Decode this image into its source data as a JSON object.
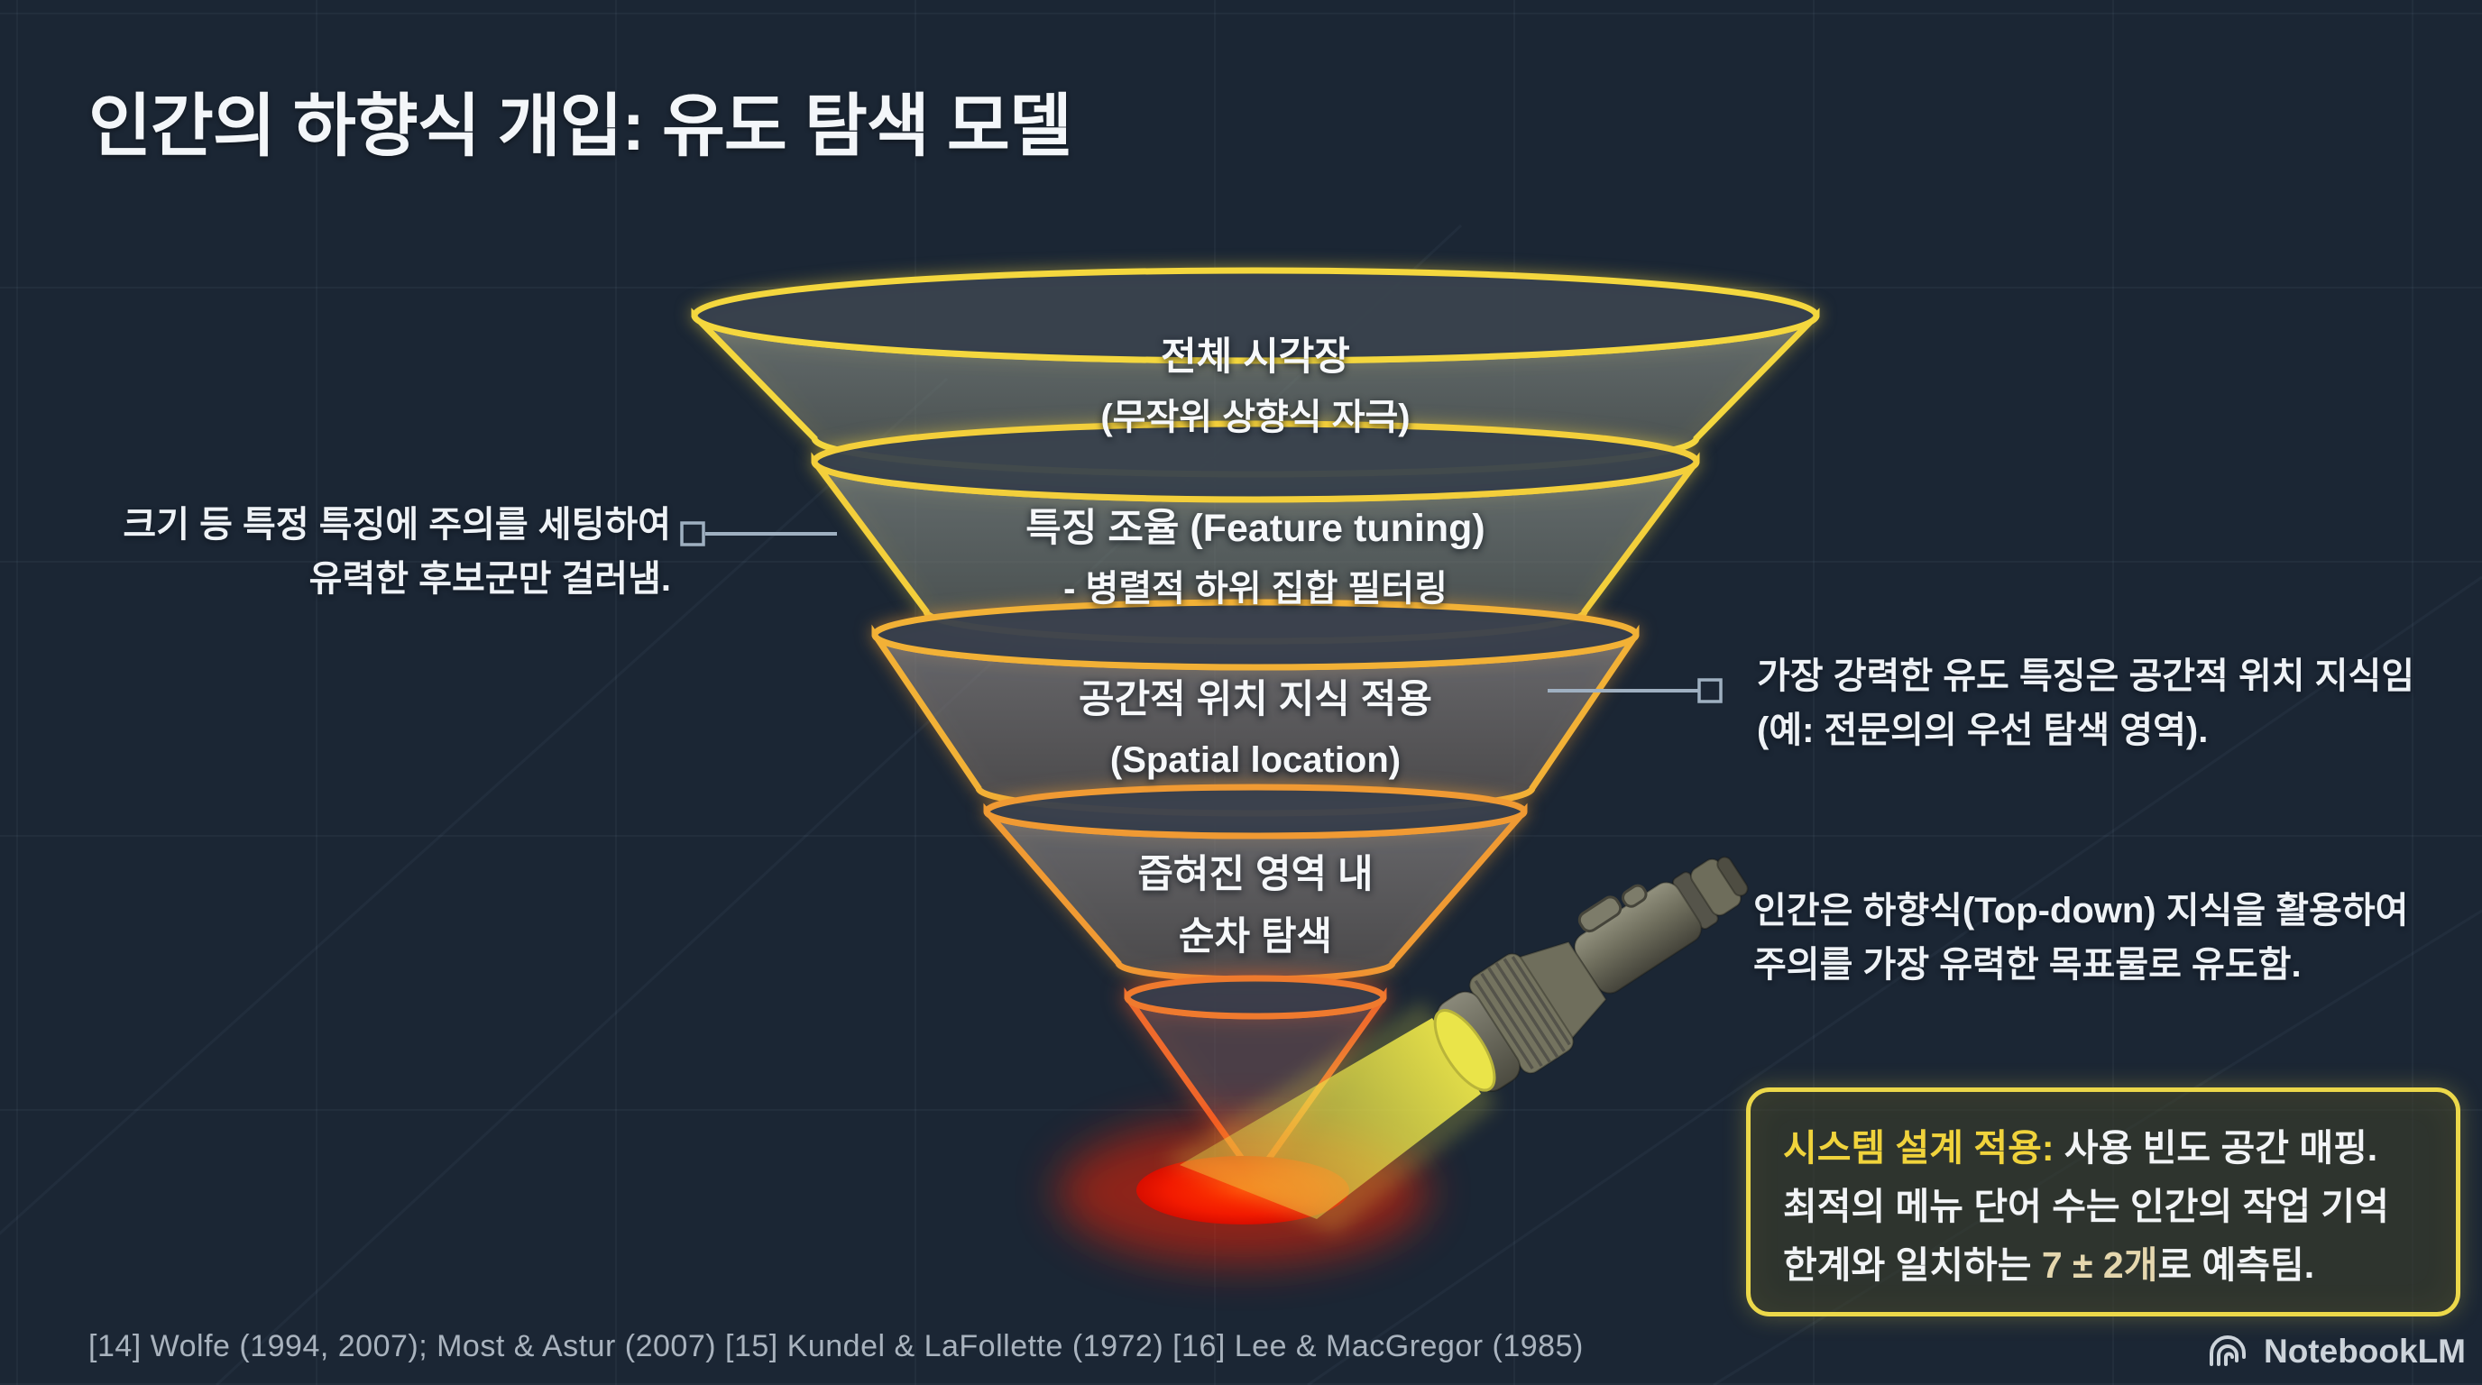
{
  "slide": {
    "title": "인간의 하향식 개입: 유도 탐색 모델",
    "background_color": "#1b2634"
  },
  "funnel": {
    "stroke_colors": [
      "#f4d73e",
      "#f3cf3b",
      "#f2b136",
      "#f09a33",
      "#ef6a2c"
    ],
    "fill_color": "rgba(100,116,142,0.45)",
    "layers": [
      {
        "line1": "전체 시각장",
        "line2": "(무작위 상향식 자극)"
      },
      {
        "line1": "특징 조율 (Feature tuning)",
        "line2": "- 병렬적 하위 집합 필터링"
      },
      {
        "line1": "공간적 위치 지식 적용",
        "line2": "(Spatial location)"
      },
      {
        "line1": "즙혀진 영역 내",
        "line2": "순차 탐색"
      }
    ]
  },
  "annotations": {
    "left": {
      "line1": "크기 등 특정 특징에 주의를 세팅하여",
      "line2": "유력한 후보군만 걸러냄."
    },
    "right_top": {
      "line1": "가장 강력한 유도 특징은 공간적 위치 지식임",
      "line2": "(예: 전문의의 우선 탐색 영역)."
    },
    "right_mid": {
      "line1": "인간은 하향식(Top-down) 지식을 활용하여",
      "line2": "주의를 가장 유력한 목표물로 유도함."
    }
  },
  "callout": {
    "border_color": "#ecd84a",
    "label": "시스템 설계 적용:",
    "label_color": "#f0d33c",
    "line1_rest": " 사용 빈도 공간 매핑.",
    "line2": "최적의 메뉴 단어 수는 인간의 작업 기억",
    "line3_pre": "한계와 일치하는 ",
    "line3_highlight": "7 ± 2개",
    "line3_highlight_color": "#e5d7ae",
    "line3_post": "로 예측팀."
  },
  "graphics": {
    "flashlight": "flashlight-pointing-at-funnel-tip",
    "beam_color": "#eae449",
    "spot_color": "#ff2400",
    "connector_color": "#9fb0c1"
  },
  "footer": {
    "citation": "[14] Wolfe (1994, 2007); Most & Astur (2007) [15] Kundel & LaFollette (1972) [16] Lee & MacGregor (1985)",
    "brand": "NotebookLM"
  }
}
